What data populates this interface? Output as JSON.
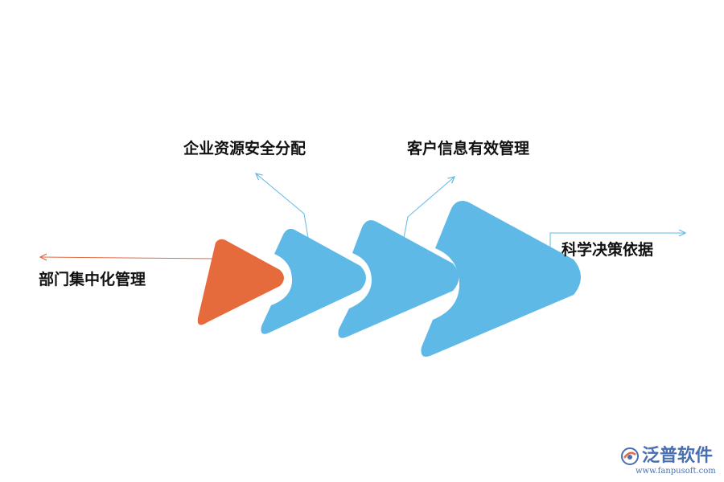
{
  "diagram": {
    "colors": {
      "start_shape": "#e56b3c",
      "chevrons": "#5fb9e6",
      "start_arrow": "#e06a45",
      "arrows": "#5fb9e6"
    },
    "labels": {
      "department": "部门集中化管理",
      "resources": "企业资源安全分配",
      "customers": "客户信息有效管理",
      "decisions": "科学决策依据"
    }
  },
  "logo": {
    "icon": "fanpu-logo-icon",
    "name": "泛普软件",
    "url": "www.fanpusoft.com",
    "color": "#4a6fb0"
  }
}
